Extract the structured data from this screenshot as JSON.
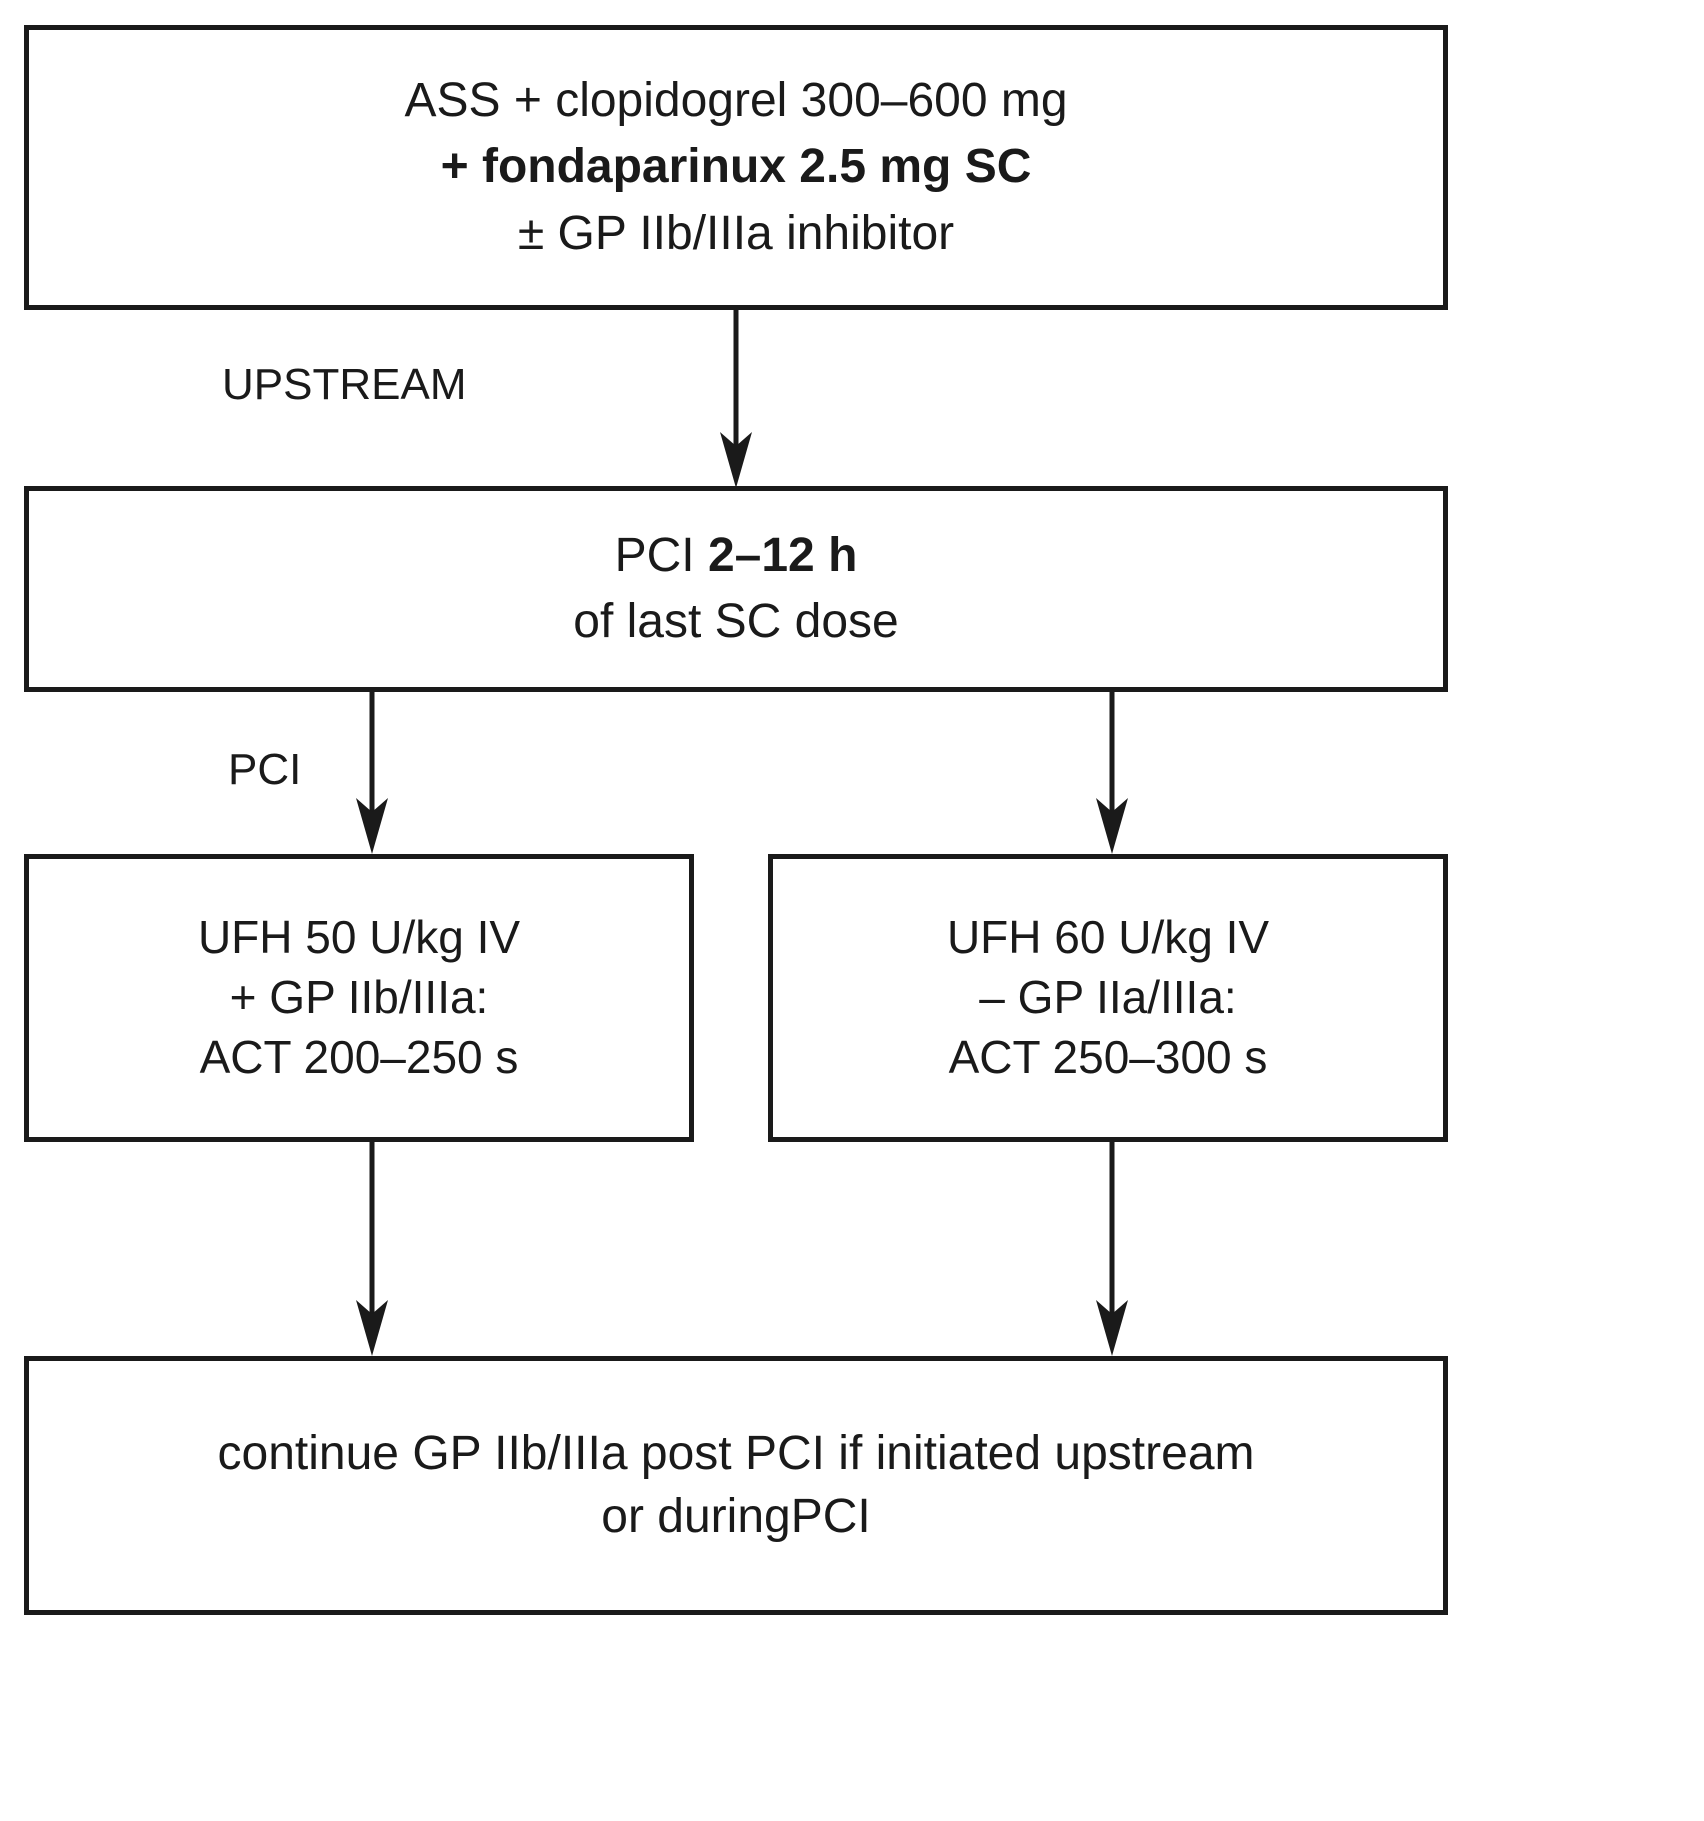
{
  "diagram": {
    "title": "Fondaparinux upstream therapy and PCI anticoagulation algorithm",
    "type": "flowchart",
    "colors": {
      "stroke": "#1a1a1a",
      "background": "#ffffff"
    },
    "nodes": [
      {
        "id": "upstream-therapy",
        "lines": [
          {
            "text": "ASS + clopidogrel 300–600 mg",
            "bold": false
          },
          {
            "text": "+ fondaparinux 2.5 mg SC",
            "bold": true
          },
          {
            "text": "± GP IIb/IIIa inhibitor",
            "bold": false
          }
        ]
      },
      {
        "id": "pci-timing",
        "lines": [
          {
            "text_normal": "PCI ",
            "text_bold": "2–12 h"
          },
          {
            "text": "of last SC dose",
            "bold": false
          }
        ]
      },
      {
        "id": "ufh-with-gp",
        "lines": [
          {
            "text": "UFH 50 U/kg IV",
            "bold": false
          },
          {
            "text": "+ GP IIb/IIIa:",
            "bold": false
          },
          {
            "text": "ACT 200–250 s",
            "bold": false
          }
        ]
      },
      {
        "id": "ufh-without-gp",
        "lines": [
          {
            "text": "UFH 60 U/kg IV",
            "bold": false
          },
          {
            "text": "– GP IIa/IIIa:",
            "bold": false
          },
          {
            "text": "ACT 250–300 s",
            "bold": false
          }
        ]
      },
      {
        "id": "continue-gp",
        "lines": [
          {
            "text": "continue GP IIb/IIIa post PCI if initiated upstream",
            "bold": false
          },
          {
            "text": "or duringPCI",
            "bold": false
          }
        ]
      }
    ],
    "edge_labels": {
      "upstream": "UPSTREAM",
      "pci": "PCI"
    },
    "nodes_text": {
      "upstream_therapy": {
        "line1": "ASS + clopidogrel 300–600 mg",
        "line2": "+ fondaparinux 2.5 mg SC",
        "line3": "± GP IIb/IIIa inhibitor"
      },
      "pci_timing": {
        "line1_normal": "PCI ",
        "line1_bold": "2–12 h",
        "line2": "of last SC dose"
      },
      "ufh_with_gp": {
        "line1": "UFH 50 U/kg IV",
        "line2": "+ GP IIb/IIIa:",
        "line3": "ACT 200–250 s"
      },
      "ufh_without_gp": {
        "line1": "UFH 60 U/kg IV",
        "line2": "– GP IIa/IIIa:",
        "line3": "ACT 250–300 s"
      },
      "continue_gp": {
        "line1": "continue GP IIb/IIIa post PCI if initiated upstream",
        "line2": "or duringPCI"
      }
    }
  }
}
